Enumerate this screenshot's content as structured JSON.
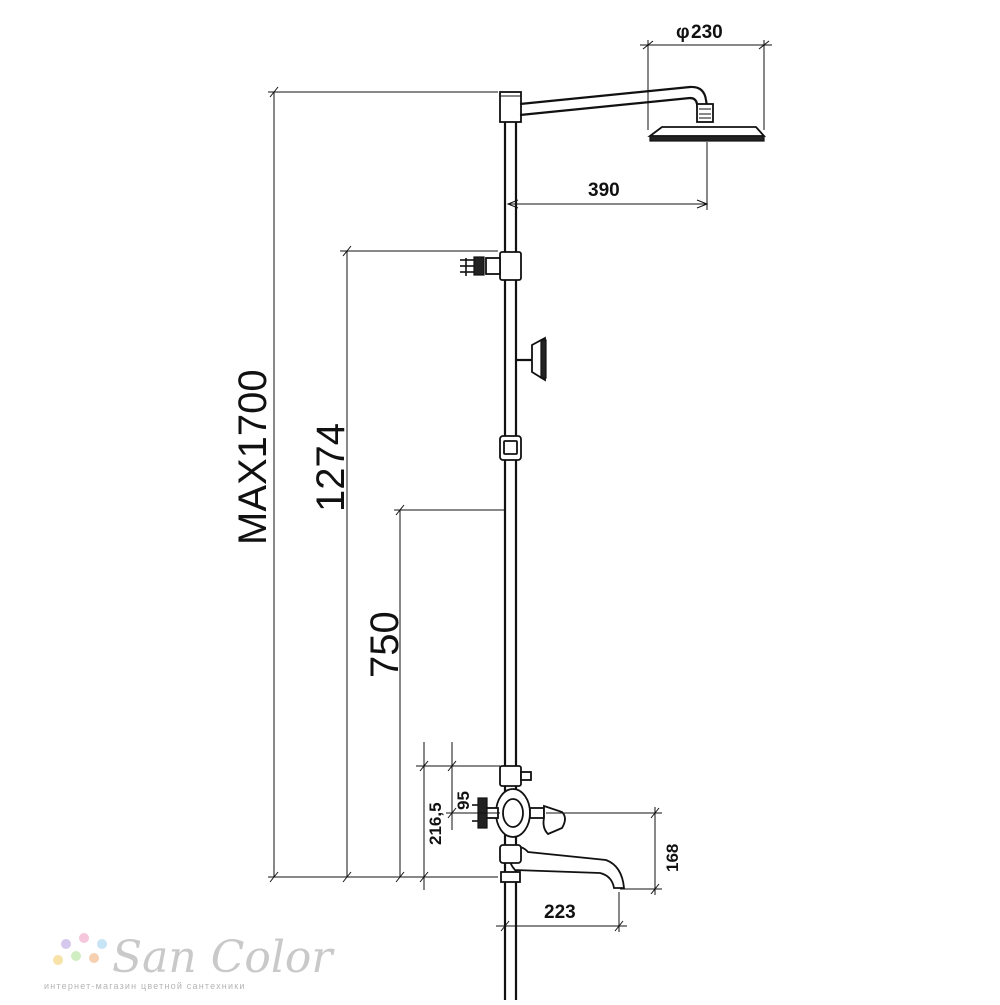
{
  "diagram": {
    "dimensions": {
      "head_diameter": "230",
      "arm_reach": "390",
      "max_height": "MAX1700",
      "holder_height": "1274",
      "bar_height": "750",
      "inlet_height": "216,5",
      "outlet_spacing": "95",
      "spout_drop": "168",
      "spout_reach": "223"
    },
    "diameter_symbol": "φ"
  },
  "logo": {
    "name": "San Color",
    "tagline": "интернет-магазин цветной сантехники",
    "dot_colors": [
      "#d6c7ec",
      "#f6c6dc",
      "#c7e3f6",
      "#f7e3a8",
      "#cfeec2",
      "#f7d0b0"
    ]
  }
}
